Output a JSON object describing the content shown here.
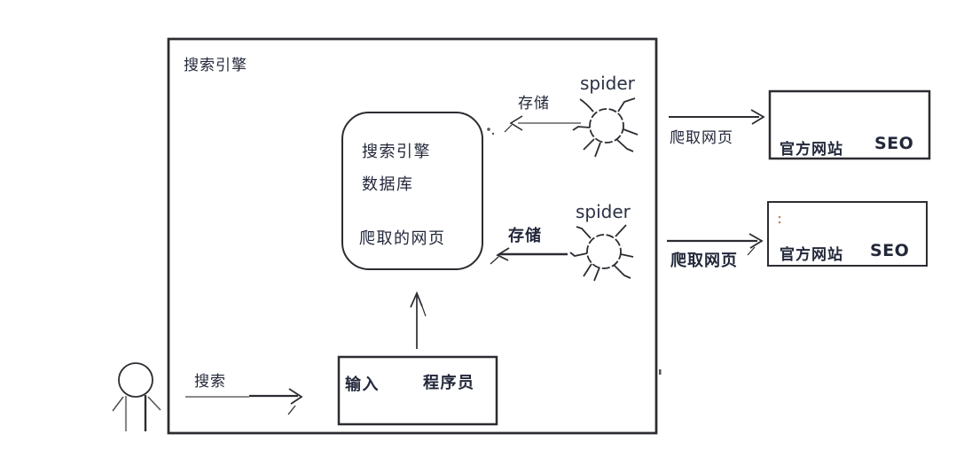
{
  "diagram": {
    "engine_box_title": "搜索引擎",
    "database_box": {
      "line1": "搜索引擎",
      "line2": "数据库",
      "line3": "爬取的网页"
    },
    "crawlers": [
      {
        "spider_label": "spider",
        "store_label": "存储",
        "crawl_label": "爬取网页",
        "site_name": "官方网站",
        "site_tag": "SEO"
      },
      {
        "spider_label": "spider",
        "store_label": "存储",
        "crawl_label": "爬取网页",
        "site_name": "官方网站",
        "site_tag": "SEO"
      }
    ],
    "user_flow": {
      "search_label": "搜索",
      "input_label": "输入",
      "role_label": "程序员"
    },
    "icons": {
      "spider": "spider-icon",
      "person": "person-icon"
    },
    "colors": {
      "ink": "#2c2c32",
      "text": "#23283a",
      "muted_line": "#8a8a8a",
      "background": "#ffffff"
    }
  }
}
